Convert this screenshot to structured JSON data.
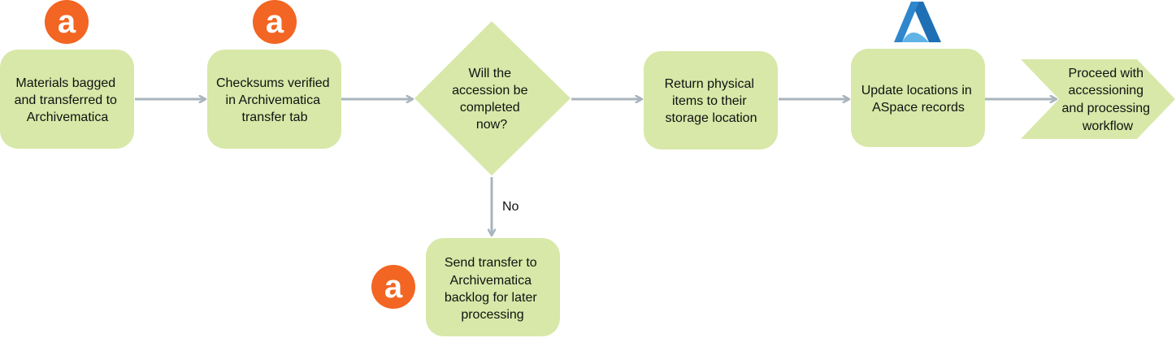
{
  "colors": {
    "box_fill": "#d7e8a8",
    "arrow": "#a9b4bc",
    "archivematica_logo": "#f26522",
    "aspace_logo_dark": "#1f6fb5",
    "aspace_logo_light": "#5fb3e6"
  },
  "nodes": {
    "materials_bagged": {
      "lines": [
        "Materials bagged",
        "and transferred to",
        "Archivematica"
      ],
      "logo": "archivematica-logo"
    },
    "checksums_verified": {
      "lines": [
        "Checksums verified",
        "in Archivematica",
        "transfer tab"
      ],
      "logo": "archivematica-logo"
    },
    "decision": {
      "lines": [
        "Will the",
        "accession be",
        "completed",
        "now?"
      ]
    },
    "return_items": {
      "lines": [
        "Return physical",
        "items to their",
        "storage location"
      ]
    },
    "update_locations": {
      "lines": [
        "Update locations in",
        "ASpace records"
      ],
      "logo": "aspace-logo"
    },
    "proceed": {
      "lines": [
        "Proceed with",
        "accessioning",
        "and processing",
        "workflow"
      ]
    },
    "send_backlog": {
      "lines": [
        "Send transfer to",
        "Archivematica",
        "backlog for later",
        "processing"
      ],
      "logo": "archivematica-logo"
    }
  },
  "edge_labels": {
    "no": "No"
  },
  "logo_glyph": "a"
}
